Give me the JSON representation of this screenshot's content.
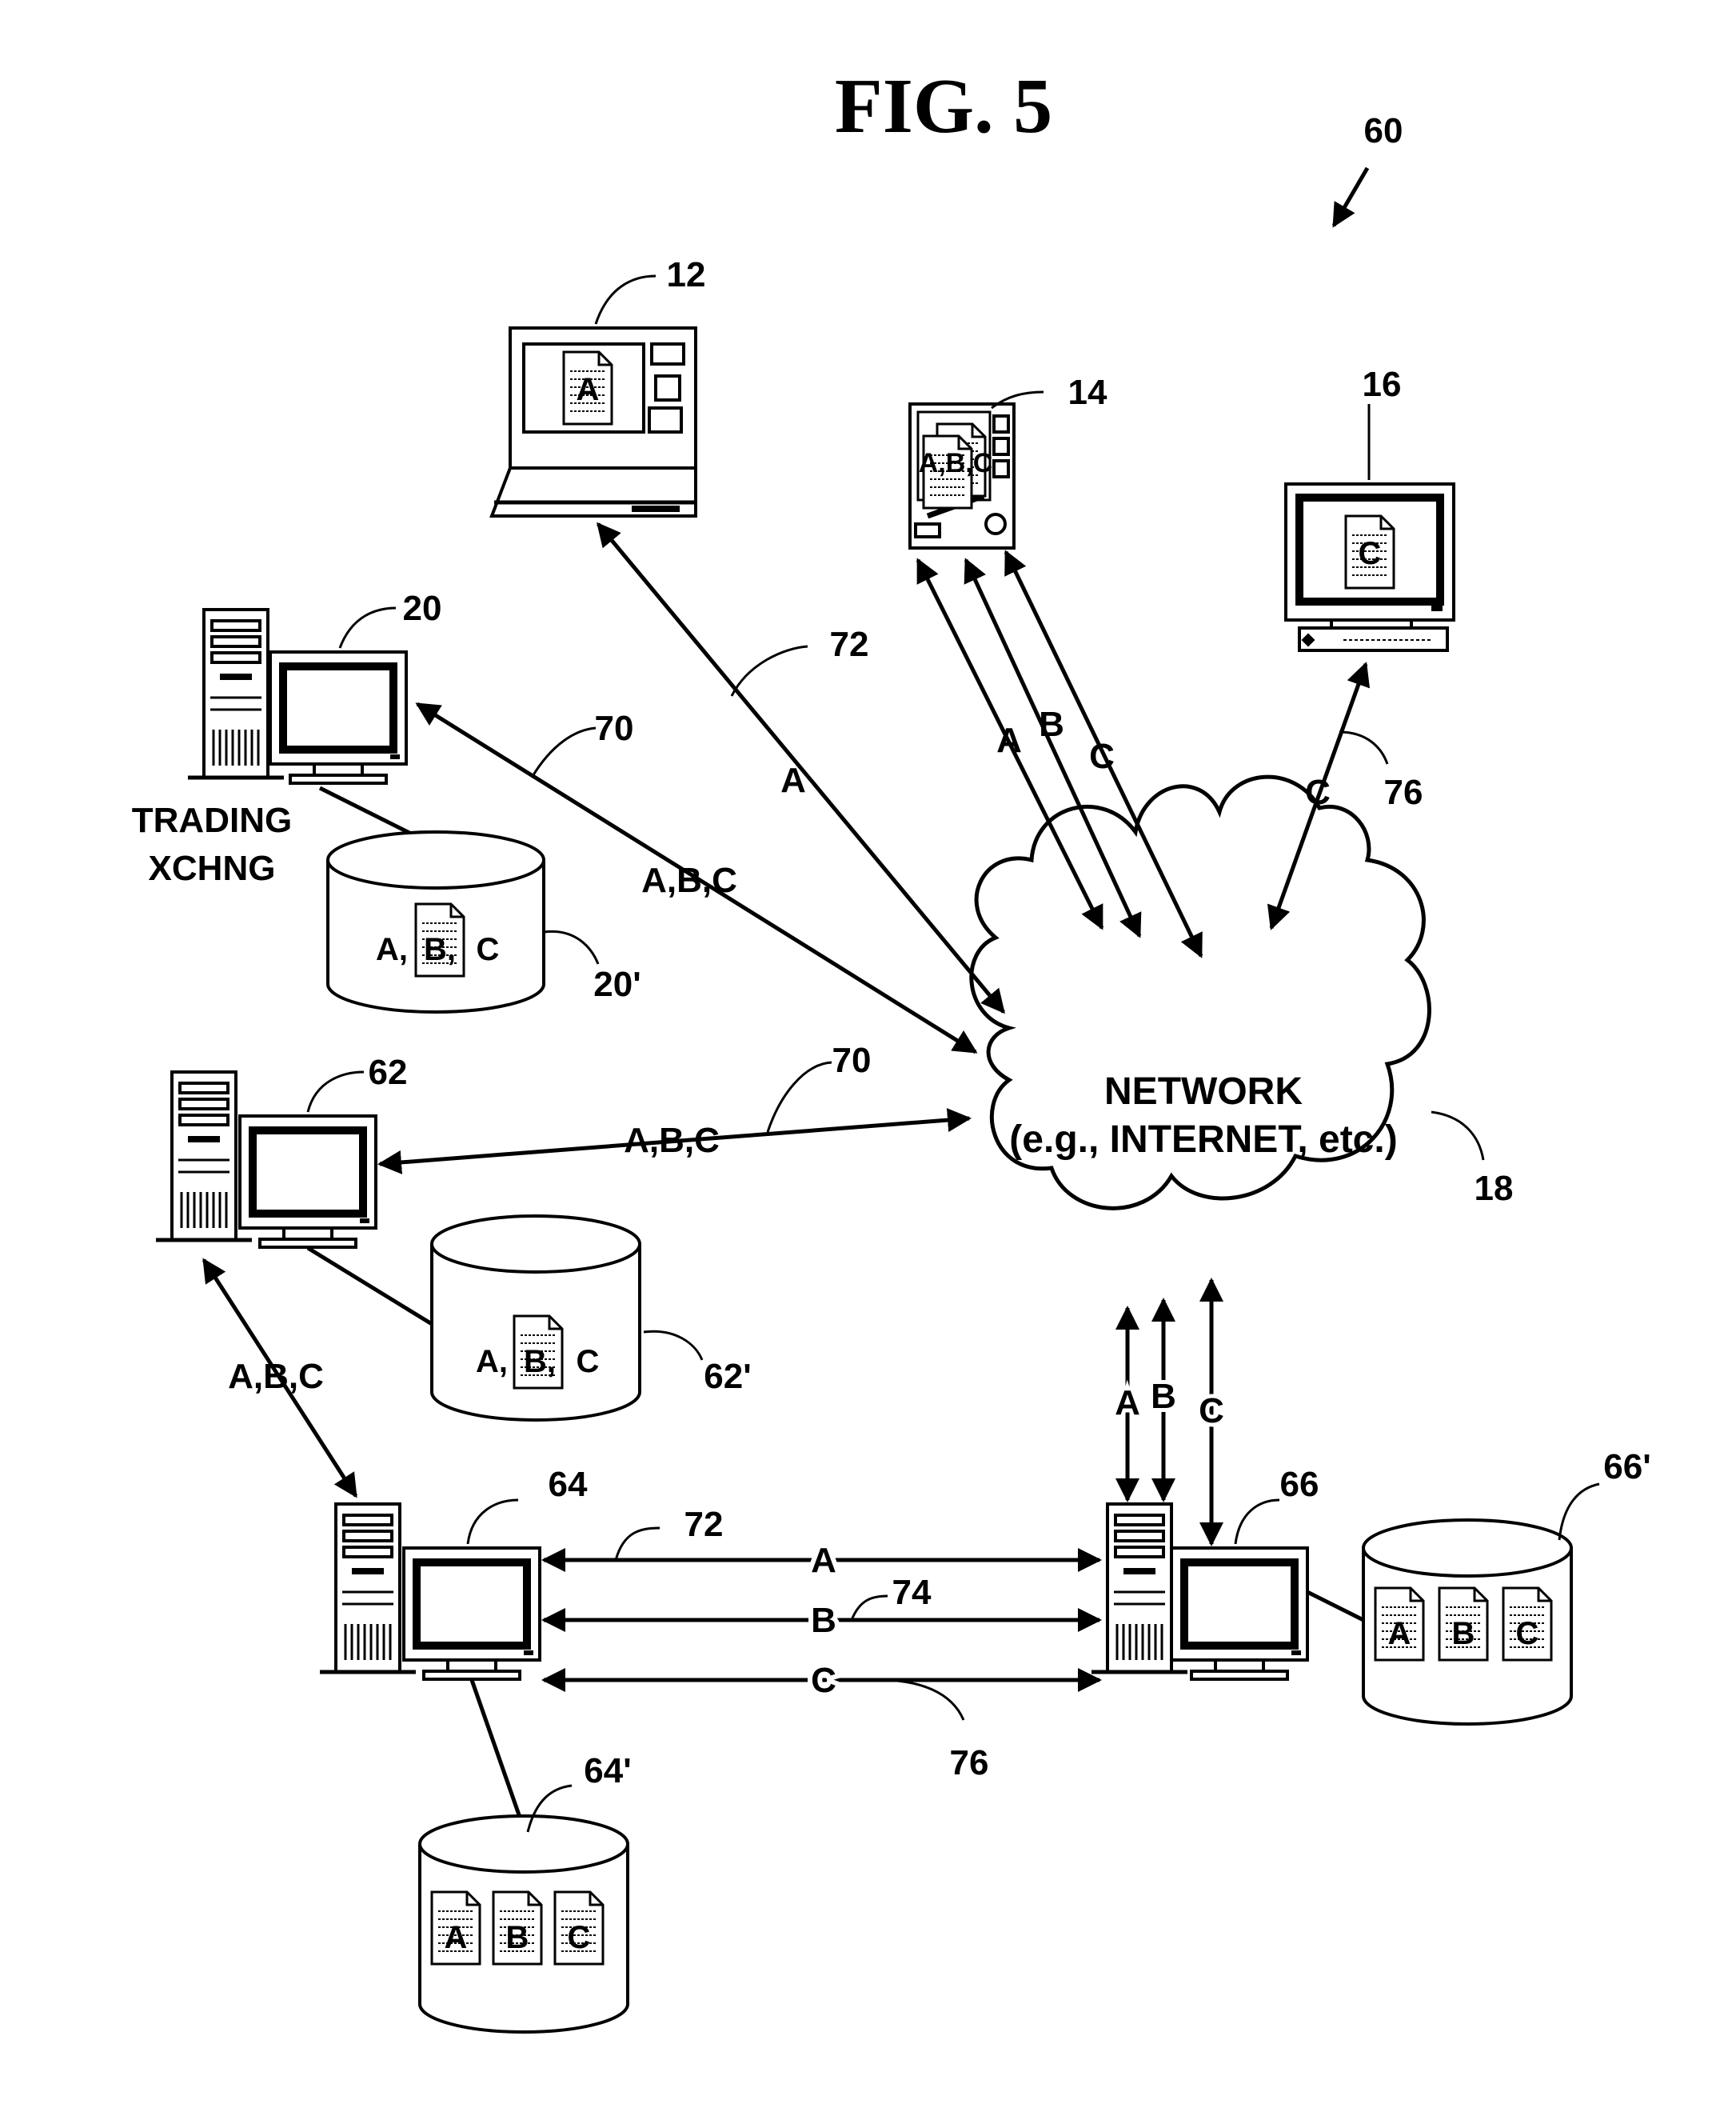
{
  "figure": {
    "title": "FIG. 5",
    "ref": "60"
  },
  "network": {
    "line1": "NETWORK",
    "line2": "(e.g., INTERNET, etc.)",
    "ref": "18"
  },
  "devices": {
    "laptop": {
      "ref": "12",
      "doc": "A"
    },
    "handheld": {
      "ref": "14",
      "doc": "A,B,C"
    },
    "desktop16": {
      "ref": "16",
      "doc": "C"
    },
    "exchange": {
      "ref": "20",
      "line1": "TRADING",
      "line2": "XCHNG"
    },
    "server62": {
      "ref": "62"
    },
    "server64": {
      "ref": "64"
    },
    "server66": {
      "ref": "66"
    }
  },
  "databases": {
    "db20": {
      "ref": "20'",
      "a": "A,",
      "b": "B,",
      "c": "C"
    },
    "db62": {
      "ref": "62'",
      "a": "A,",
      "b": "B,",
      "c": "C"
    },
    "db64": {
      "ref": "64'",
      "a": "A",
      "b": "B",
      "c": "C"
    },
    "db66": {
      "ref": "66'",
      "a": "A",
      "b": "B",
      "c": "C"
    }
  },
  "links": {
    "laptop": {
      "label": "A",
      "ref": "72"
    },
    "exchange": {
      "label": "A,B,C",
      "ref": "70"
    },
    "handheld": {
      "a": "A",
      "b": "B",
      "c": "C"
    },
    "desktop16": {
      "label": "C",
      "ref": "76"
    },
    "server62": {
      "label": "A,B,C",
      "ref": "70"
    },
    "s62_s64": {
      "label": "A,B,C"
    },
    "net_s66": {
      "a": "A",
      "b": "B",
      "c": "C"
    },
    "s64_s66": {
      "a": "A",
      "b": "B",
      "c": "C",
      "ref_a": "72",
      "ref_b": "74",
      "ref_c": "76"
    }
  }
}
